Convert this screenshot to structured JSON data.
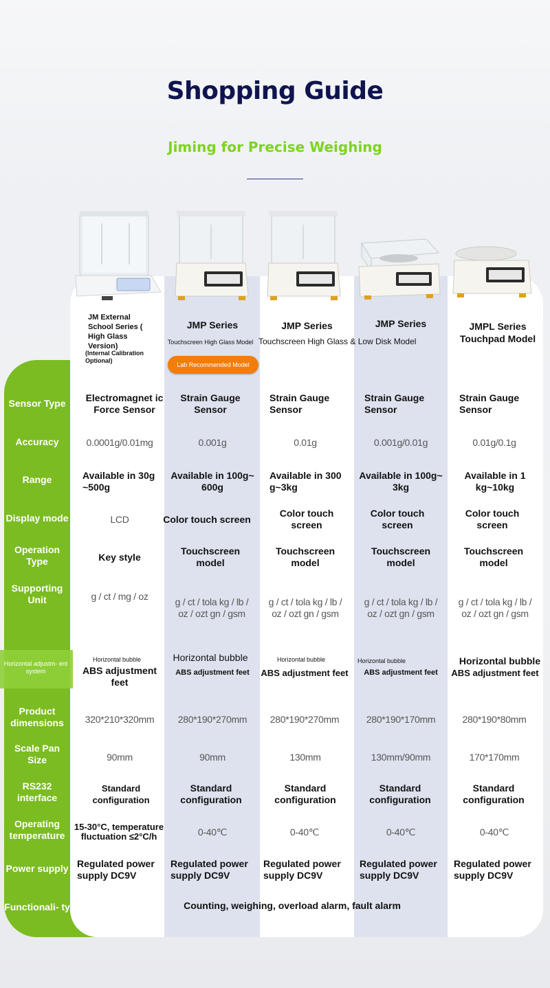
{
  "header": {
    "title": "Shopping Guide",
    "subtitle": "Jiming for Precise Weighing"
  },
  "colors": {
    "green": "#7bbc22",
    "orange": "#f27d0c",
    "navy": "#10144e",
    "shade": "#dde2ee"
  },
  "products": [
    {
      "name": "JM External School Series ( High Glass Version)",
      "note": "(Internal Calibration Optional)",
      "image_icon": "analytical-balance-icon"
    },
    {
      "name": "JMP Series",
      "note": "Touchscreen High Glass Model",
      "badge": "Lab Recommended Model",
      "image_icon": "touchscreen-balance-high-glass-icon"
    },
    {
      "name": "JMP Series",
      "note": "Touchscreen High Glass & Low Disk Model",
      "image_icon": "touchscreen-balance-high-glass-icon"
    },
    {
      "name": "JMP Series",
      "note": "",
      "image_icon": "touchscreen-balance-low-glass-icon"
    },
    {
      "name": "JMPL Series",
      "note": "Touchpad Model",
      "image_icon": "touchpad-balance-icon"
    }
  ],
  "rows": [
    {
      "label": "Sensor Type",
      "values": [
        "Electromagnet ic Force Sensor",
        "Strain Gauge Sensor",
        "Strain Gauge Sensor",
        "Strain Gauge Sensor",
        "Strain Gauge Sensor"
      ]
    },
    {
      "label": "Accuracy",
      "values": [
        "0.0001g/0.01mg",
        "0.001g",
        "0.01g",
        "0.001g/0.01g",
        "0.01g/0.1g"
      ]
    },
    {
      "label": "Range",
      "values": [
        "Available in 30g ~500g",
        "Available in 100g~ 600g",
        "Available in 300 g~3kg",
        "Available in 100g~ 3kg",
        "Available in 1 kg~10kg"
      ]
    },
    {
      "label": "Display mode",
      "values": [
        "LCD",
        "Color touch screen",
        "Color touch screen",
        "Color touch screen",
        "Color touch screen"
      ]
    },
    {
      "label": "Operation Type",
      "values": [
        "Key style",
        "Touchscreen model",
        "Touchscreen model",
        "Touchscreen model",
        "Touchscreen model"
      ]
    },
    {
      "label": "Supporting Unit",
      "values": [
        "g / ct / mg / oz",
        "g / ct / tola kg / lb / oz / ozt gn / gsm",
        "g / ct / tola kg / lb / oz / ozt gn / gsm",
        "g / ct / tola kg / lb / oz / ozt gn / gsm",
        "g / ct / tola kg / lb / oz / ozt gn / gsm"
      ]
    },
    {
      "label": "Horizontal adjustm- ent system",
      "values": [
        {
          "top": "Horizontal bubble",
          "bottom": "ABS adjustment feet"
        },
        {
          "top": "Horizontal bubble",
          "bottom": "ABS adjustment feet"
        },
        {
          "top": "Horizontal bubble",
          "bottom": "ABS adjustment feet"
        },
        {
          "top": "Horizontal bubble",
          "bottom": "ABS adjustment feet"
        },
        {
          "top": "Horizontal bubble",
          "bottom": "ABS adjustment feet"
        }
      ]
    },
    {
      "label": "Product dimensions",
      "values": [
        "320*210*320mm",
        "280*190*270mm",
        "280*190*270mm",
        "280*190*170mm",
        "280*190*80mm"
      ]
    },
    {
      "label": "Scale Pan Size",
      "values": [
        "90mm",
        "90mm",
        "130mm",
        "130mm/90mm",
        "170*170mm"
      ]
    },
    {
      "label": "RS232 interface",
      "values": [
        "Standard configuration",
        "Standard configuration",
        "Standard configuration",
        "Standard configuration",
        "Standard configuration"
      ]
    },
    {
      "label": "Operating temperature",
      "values": [
        "15-30°C, temperature fluctuation ≤2°C/h",
        "0-40℃",
        "0-40℃",
        "0-40℃",
        "0-40℃"
      ]
    },
    {
      "label": "Power supply",
      "values": [
        "Regulated power supply DC9V",
        "Regulated power supply DC9V",
        "Regulated power supply DC9V",
        "Regulated power supply DC9V",
        "Regulated power supply DC9V"
      ]
    },
    {
      "label": "Functionali- ty",
      "values": [
        "Counting, weighing, overload alarm, fault alarm"
      ]
    }
  ]
}
